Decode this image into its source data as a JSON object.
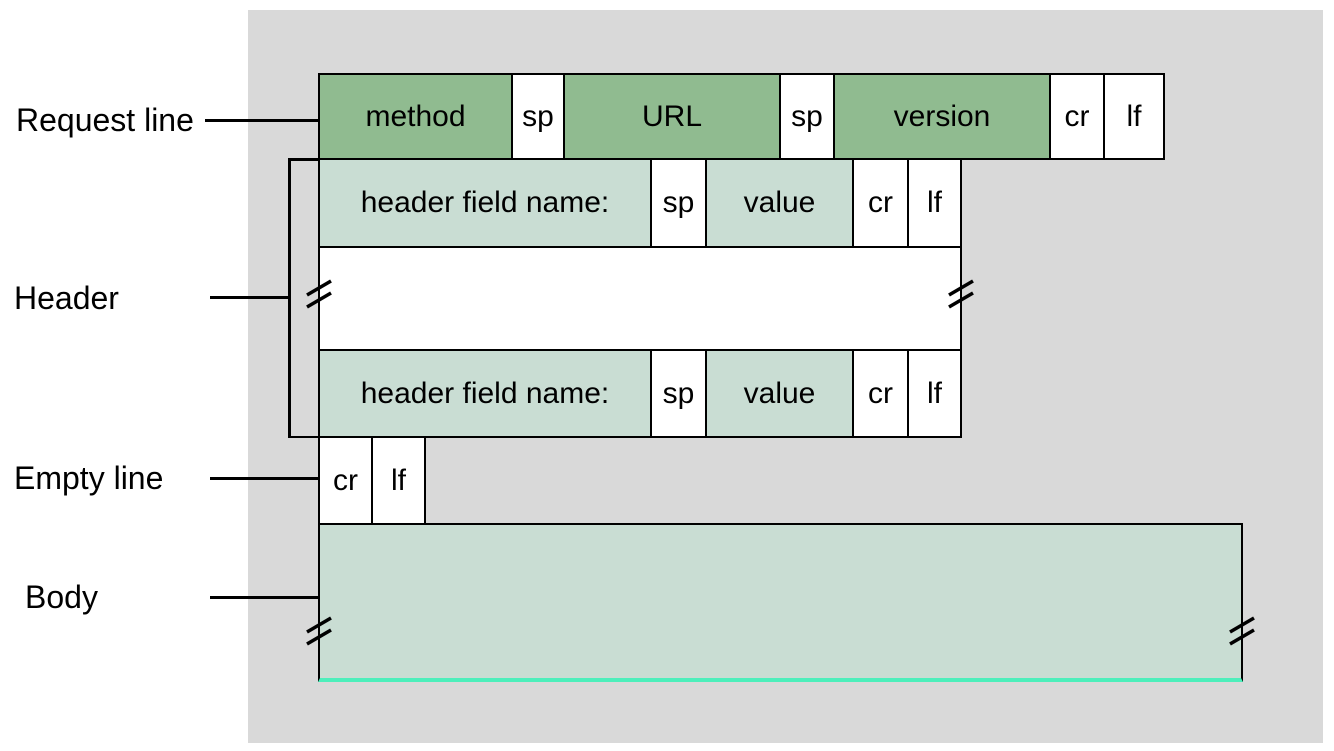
{
  "colors": {
    "panel_gray": "#d9d9d9",
    "dark_green": "#90bb90",
    "light_green": "#c9ddd3",
    "white": "#ffffff",
    "border": "#000000",
    "body_bottom_line": "#4defbb"
  },
  "left_labels": {
    "request_line": "Request line",
    "header": "Header",
    "empty_line": "Empty line",
    "body": "Body"
  },
  "request_line_row": {
    "cells": [
      {
        "label": "method",
        "fill": "dark"
      },
      {
        "label": "sp",
        "fill": "white"
      },
      {
        "label": "URL",
        "fill": "dark"
      },
      {
        "label": "sp",
        "fill": "white"
      },
      {
        "label": "version",
        "fill": "dark"
      },
      {
        "label": "cr",
        "fill": "white"
      },
      {
        "label": "lf",
        "fill": "white"
      }
    ]
  },
  "header_field_row": {
    "cells": [
      {
        "label": "header field name:",
        "fill": "light"
      },
      {
        "label": "sp",
        "fill": "white"
      },
      {
        "label": "value",
        "fill": "light"
      },
      {
        "label": "cr",
        "fill": "white"
      },
      {
        "label": "lf",
        "fill": "white"
      }
    ]
  },
  "empty_line_row": {
    "cells": [
      {
        "label": "cr",
        "fill": "white"
      },
      {
        "label": "lf",
        "fill": "white"
      }
    ]
  }
}
